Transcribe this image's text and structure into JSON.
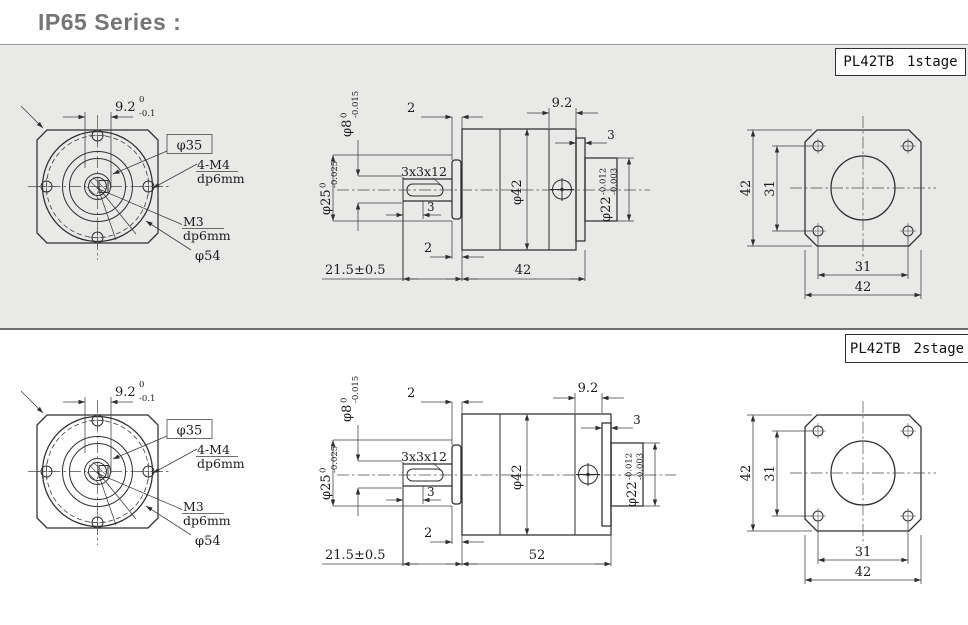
{
  "page": {
    "title": "IP65 Series :"
  },
  "colors": {
    "panel_bg": "#e9e9e8",
    "line": "#2e2e2e",
    "paper": "#ffffff"
  },
  "stages": [
    {
      "model": "PL42TB",
      "stage_label": "1stage",
      "front": {
        "offset_dim": "9.2",
        "offset_sup": "0",
        "offset_sub": "-0.1",
        "pilot_boxed": "φ35",
        "bolt_callout": "4-M4",
        "bolt_depth": "dp6mm",
        "tap_callout": "M3",
        "tap_depth": "dp6mm",
        "outer_dia": "φ54"
      },
      "side": {
        "shaft_dia": "φ8",
        "shaft_sup": "0",
        "shaft_sub": "-0.015",
        "boss_dia": "φ25",
        "boss_sup": "0",
        "boss_sub": "-0.025",
        "key_spec": "3x3x12",
        "key_dim": "3",
        "front_gap": "2",
        "bottom_gap": "2",
        "rear_len": "9.2",
        "plate_thk": "3",
        "body_dia": "φ42",
        "pilot_dia": "φ22",
        "pilot_sup": "-0.012",
        "pilot_sub": "-0.003",
        "shaft_len": "21.5±0.5",
        "body_len": "42"
      },
      "rear": {
        "outer_h": "42",
        "bolt_v": "31",
        "bolt_h": "31",
        "outer_w": "42"
      }
    },
    {
      "model": "PL42TB",
      "stage_label": "2stage",
      "front": {
        "offset_dim": "9.2",
        "offset_sup": "0",
        "offset_sub": "-0.1",
        "pilot_boxed": "φ35",
        "bolt_callout": "4-M4",
        "bolt_depth": "dp6mm",
        "tap_callout": "M3",
        "tap_depth": "dp6mm",
        "outer_dia": "φ54"
      },
      "side": {
        "shaft_dia": "φ8",
        "shaft_sup": "0",
        "shaft_sub": "-0.015",
        "boss_dia": "φ25",
        "boss_sup": "0",
        "boss_sub": "-0.025",
        "key_spec": "3x3x12",
        "key_dim": "3",
        "front_gap": "2",
        "bottom_gap": "2",
        "rear_len": "9.2",
        "plate_thk": "3",
        "body_dia": "φ42",
        "pilot_dia": "φ22",
        "pilot_sup": "-0.012",
        "pilot_sub": "-0.003",
        "shaft_len": "21.5±0.5",
        "body_len": "52"
      },
      "rear": {
        "outer_h": "42",
        "bolt_v": "31",
        "bolt_h": "31",
        "outer_w": "42"
      }
    }
  ]
}
